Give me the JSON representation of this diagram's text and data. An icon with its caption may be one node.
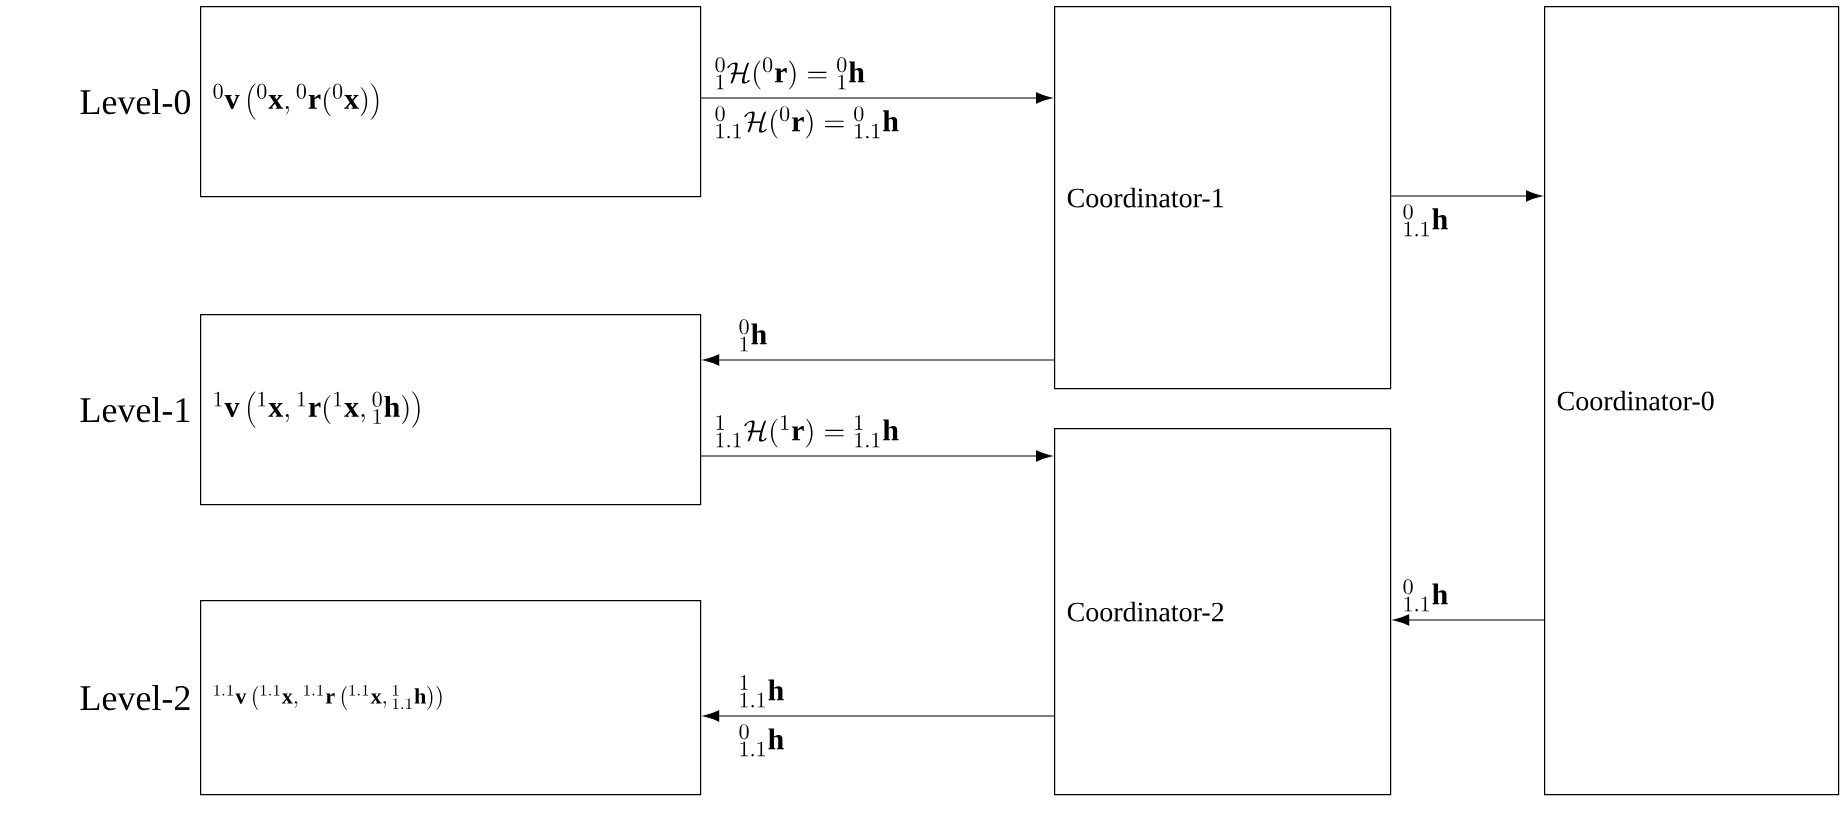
{
  "diagram": {
    "nodes": [
      {
        "text": [
          "{}^{0}\\mathbf{v}\\left({}^{0}\\mathbf{x},{}^{0}\\mathbf{r}({}^{0}\\mathbf{x})\\right)"
        ],
        "beside": [
          "Level-0"
        ]
      },
      {
        "text": [
          "{}^{1}\\mathbf{v}\\left({}^{1}\\mathbf{x},{}^{1}\\mathbf{r}({}^{1}\\mathbf{x},{}^{0}_{1}\\mathbf{h})\\right)"
        ],
        "beside": [
          "Level-1"
        ]
      },
      {
        "text": [
          "{}^{1.1}\\mathbf{v}\\left({}^{1.1}\\mathbf{x},{}^{1.1}\\mathbf{r}\\left({}^{1.1}\\mathbf{x},{}^{1}_{1.1}\\mathbf{h}\\right)\\right)"
        ],
        "beside": [
          "Level-2"
        ]
      },
      {
        "text": [
          "Coordinator-1"
        ]
      },
      {
        "text": [
          "Coordinator-2"
        ]
      },
      {
        "text": [
          "Coordinator-0"
        ]
      }
    ],
    "edges": [
      {
        "from": 0,
        "to": 3,
        "arrow": "to",
        "label": "{}^{0}_{1}\\mathcal{H}({}^{0}\\mathbf{r})={}^{0}_{1}\\mathbf{h}"
      },
      {
        "from": 3,
        "to": 1,
        "arrow": "to",
        "label": "{}^{0}_{1}\\mathbf{h}"
      },
      {
        "from": 1,
        "to": 4,
        "arrow": "to",
        "label": "{}^{1}_{1.1}\\mathcal{H}({}^{1}\\mathbf{r})={}^{1}_{1.1}\\mathbf{h}"
      },
      {
        "from": 3,
        "to": 5,
        "arrow": "to",
        "label": "{}^{0}_{1.1}\\mathbf{h}"
      },
      {
        "from": 5,
        "to": 4,
        "arrow": "to",
        "label": "{}^{0}_{1.1}\\mathbf{h}"
      },
      {
        "from": 4,
        "to": 2,
        "arrow": "to",
        "label": "{}^{1}_{1.1}\\mathbf{h}"
      }
    ],
    "labels": [
      "{}^{0}_{1.1}\\mathcal{H}({}^{0}\\mathbf{r})={}^{0}_{1.1}\\mathbf{h}",
      "{}^{0}_{1.1}\\mathbf{h}"
    ]
  }
}
